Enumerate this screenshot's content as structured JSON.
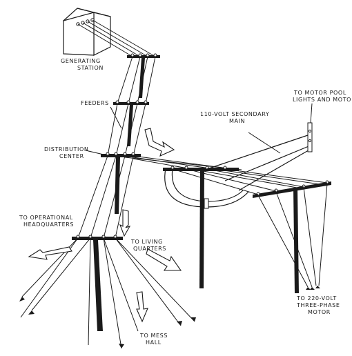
{
  "labels": {
    "generating_station_1": "GENERATING",
    "generating_station_2": "STATION",
    "feeders": "FEEDERS",
    "distribution_center_1": "DISTRIBUTION",
    "distribution_center_2": "CENTER",
    "to_operational_hq_1": "TO OPERATIONAL",
    "to_operational_hq_2": "HEADQUARTERS",
    "to_living_quarters_1": "TO LIVING",
    "to_living_quarters_2": "QUARTERS",
    "to_mess_hall_1": "TO MESS",
    "to_mess_hall_2": "HALL",
    "secondary_main_1": "110-VOLT SECONDARY",
    "secondary_main_2": "MAIN",
    "to_motor_pool_1": "TO MOTOR POOL",
    "to_motor_pool_2": "LIGHTS AND MOTO",
    "three_phase_1": "TO 220-VOLT",
    "three_phase_2": "THREE-PHASE",
    "three_phase_3": "MOTOR"
  }
}
